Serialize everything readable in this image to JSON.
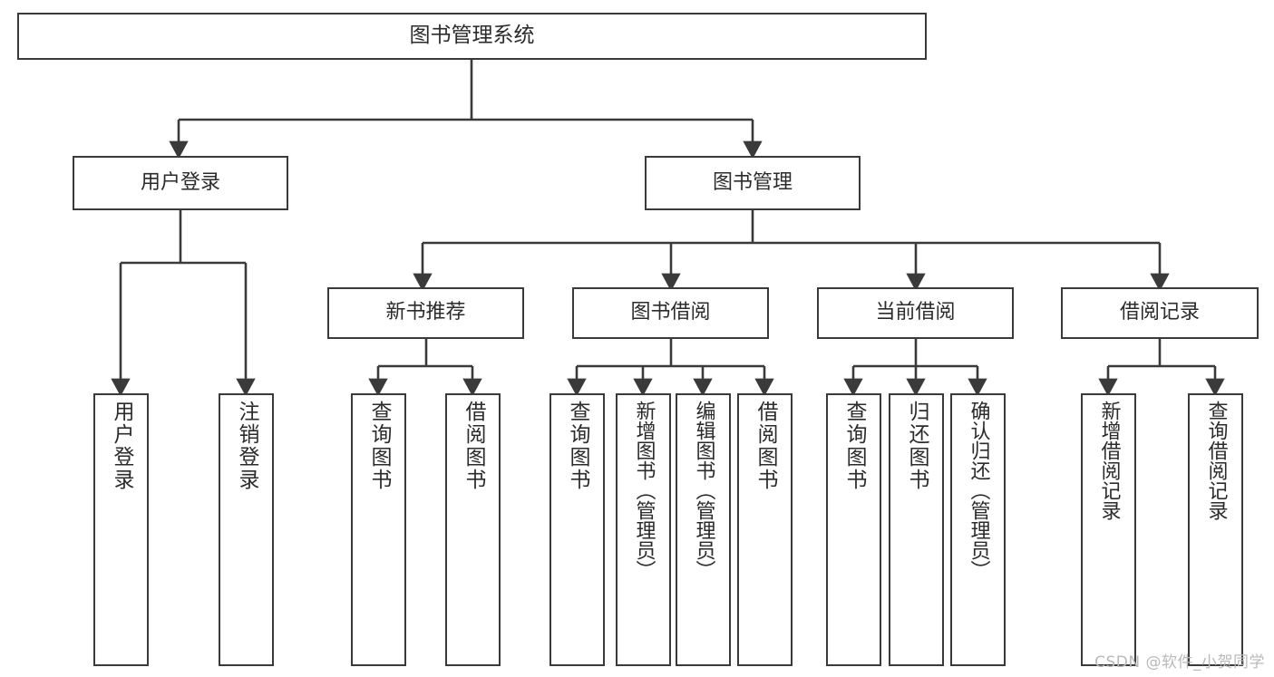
{
  "diagram": {
    "title": "图书管理系统",
    "type": "tree-hierarchy-diagram",
    "root": {
      "id": "root",
      "label": "图书管理系统"
    },
    "level2": [
      {
        "id": "user-login",
        "label": "用户登录"
      },
      {
        "id": "book-management",
        "label": "图书管理"
      }
    ],
    "level3": [
      {
        "id": "new-book-recommend",
        "label": "新书推荐",
        "parent": "book-management"
      },
      {
        "id": "book-borrow",
        "label": "图书借阅",
        "parent": "book-management"
      },
      {
        "id": "current-borrow",
        "label": "当前借阅",
        "parent": "book-management"
      },
      {
        "id": "borrow-record",
        "label": "借阅记录",
        "parent": "book-management"
      }
    ],
    "leaves": [
      {
        "id": "leaf-user-login",
        "label": "用户登录",
        "parent": "user-login"
      },
      {
        "id": "leaf-logout-login",
        "label": "注销登录",
        "parent": "user-login"
      },
      {
        "id": "leaf-query-book-1",
        "label": "查询图书",
        "parent": "new-book-recommend"
      },
      {
        "id": "leaf-borrow-book-1",
        "label": "借阅图书",
        "parent": "new-book-recommend"
      },
      {
        "id": "leaf-query-book-2",
        "label": "查询图书",
        "parent": "book-borrow"
      },
      {
        "id": "leaf-add-book-admin",
        "label": "新增图书（管理员）",
        "parent": "book-borrow"
      },
      {
        "id": "leaf-edit-book-admin",
        "label": "编辑图书（管理员）",
        "parent": "book-borrow"
      },
      {
        "id": "leaf-borrow-book-2",
        "label": "借阅图书",
        "parent": "book-borrow"
      },
      {
        "id": "leaf-query-book-3",
        "label": "查询图书",
        "parent": "current-borrow"
      },
      {
        "id": "leaf-return-book",
        "label": "归还图书",
        "parent": "current-borrow"
      },
      {
        "id": "leaf-confirm-return-admin",
        "label": "确认归还（管理员）",
        "parent": "current-borrow"
      },
      {
        "id": "leaf-add-borrow-record",
        "label": "新增借阅记录",
        "parent": "borrow-record"
      },
      {
        "id": "leaf-query-borrow-record",
        "label": "查询借阅记录",
        "parent": "borrow-record"
      }
    ],
    "watermark": "CSDN @软件_小贺同学",
    "colors": {
      "stroke": "#3a3a3a",
      "text": "#2b2b2b",
      "background": "#ffffff",
      "watermark": "#b9b9b9"
    }
  }
}
